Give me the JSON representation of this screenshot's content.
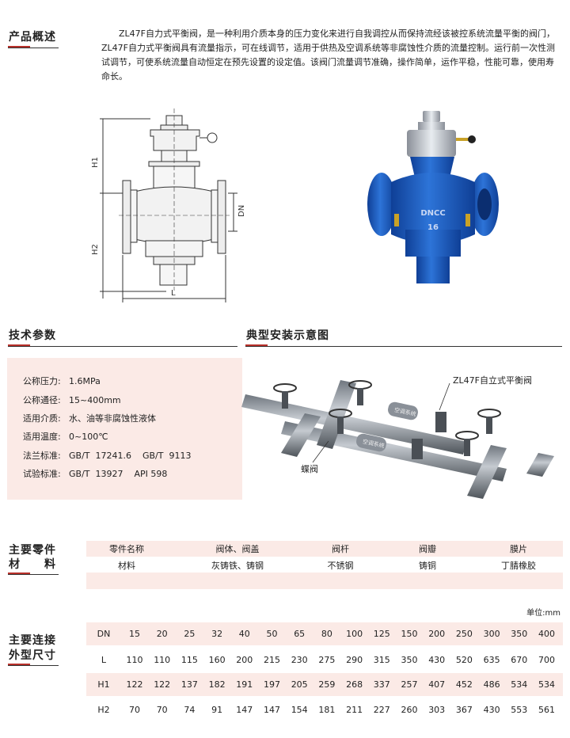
{
  "overview": {
    "title": "产品概述",
    "paragraphs": [
      "ZL47F自力式平衡阀，是一种利用介质本身的压力变化来进行自我调控从而保持流经该被控系统流量平衡的阀门，ZL47F自力式平衡阀具有流量指示，可在线调节，适用于供热及空调系统等非腐蚀性介质的流量控制。运行前一次性测试调节，可使系统流量自动恒定在预先设置的设定值。该阀门流量调节准确，操作简单，运作平稳，性能可靠，使用寿命长。"
    ]
  },
  "drawing_labels": {
    "h1": "H1",
    "h2": "H2",
    "dn": "DN",
    "l": "L"
  },
  "photo_marks": {
    "brand": "DNCC",
    "pn": "16"
  },
  "tech": {
    "title": "技术参数",
    "params": [
      {
        "key": "公称压力:",
        "value": "1.6MPa"
      },
      {
        "key": "公称通径:",
        "value": "15~400mm"
      },
      {
        "key": "适用介质:",
        "value": "水、油等非腐蚀性液体"
      },
      {
        "key": "适用温度:",
        "value": "0~100℃"
      },
      {
        "key": "法兰标准:",
        "value": "GB/T  17241.6    GB/T  9113"
      },
      {
        "key": "试验标准:",
        "value": "GB/T  13927    API 598"
      }
    ]
  },
  "install": {
    "title": "典型安装示意图",
    "label_valve": "ZL47F自立式平衡阀",
    "label_butterfly": "蝶阀",
    "pipe_text": "空调系统"
  },
  "parts": {
    "title_line1": "主要零件",
    "title_line2": "材　　料",
    "headers": [
      "零件名称",
      "阀体、阀盖",
      "阀杆",
      "阀瓣",
      "膜片"
    ],
    "values": [
      "材料",
      "灰铸铁、铸钢",
      "不锈钢",
      "铸铜",
      "丁腈橡胶"
    ]
  },
  "dims": {
    "title_line1": "主要连接",
    "title_line2": "外型尺寸",
    "unit": "单位:mm",
    "rows": [
      {
        "label": "DN",
        "values": [
          "15",
          "20",
          "25",
          "32",
          "40",
          "50",
          "65",
          "80",
          "100",
          "125",
          "150",
          "200",
          "250",
          "300",
          "350",
          "400"
        ]
      },
      {
        "label": "L",
        "values": [
          "110",
          "110",
          "115",
          "160",
          "200",
          "215",
          "230",
          "275",
          "290",
          "315",
          "350",
          "430",
          "520",
          "635",
          "670",
          "700"
        ]
      },
      {
        "label": "H1",
        "values": [
          "122",
          "122",
          "137",
          "182",
          "191",
          "197",
          "205",
          "259",
          "268",
          "337",
          "257",
          "407",
          "452",
          "486",
          "534",
          "534"
        ]
      },
      {
        "label": "H2",
        "values": [
          "70",
          "70",
          "74",
          "91",
          "147",
          "147",
          "154",
          "181",
          "211",
          "227",
          "260",
          "303",
          "367",
          "430",
          "553",
          "561"
        ]
      }
    ]
  },
  "colors": {
    "accent": "#b8302a",
    "params_bg": "#fbeae6",
    "band": "#fbeae6",
    "valve_blue": "#1f5fc0"
  }
}
